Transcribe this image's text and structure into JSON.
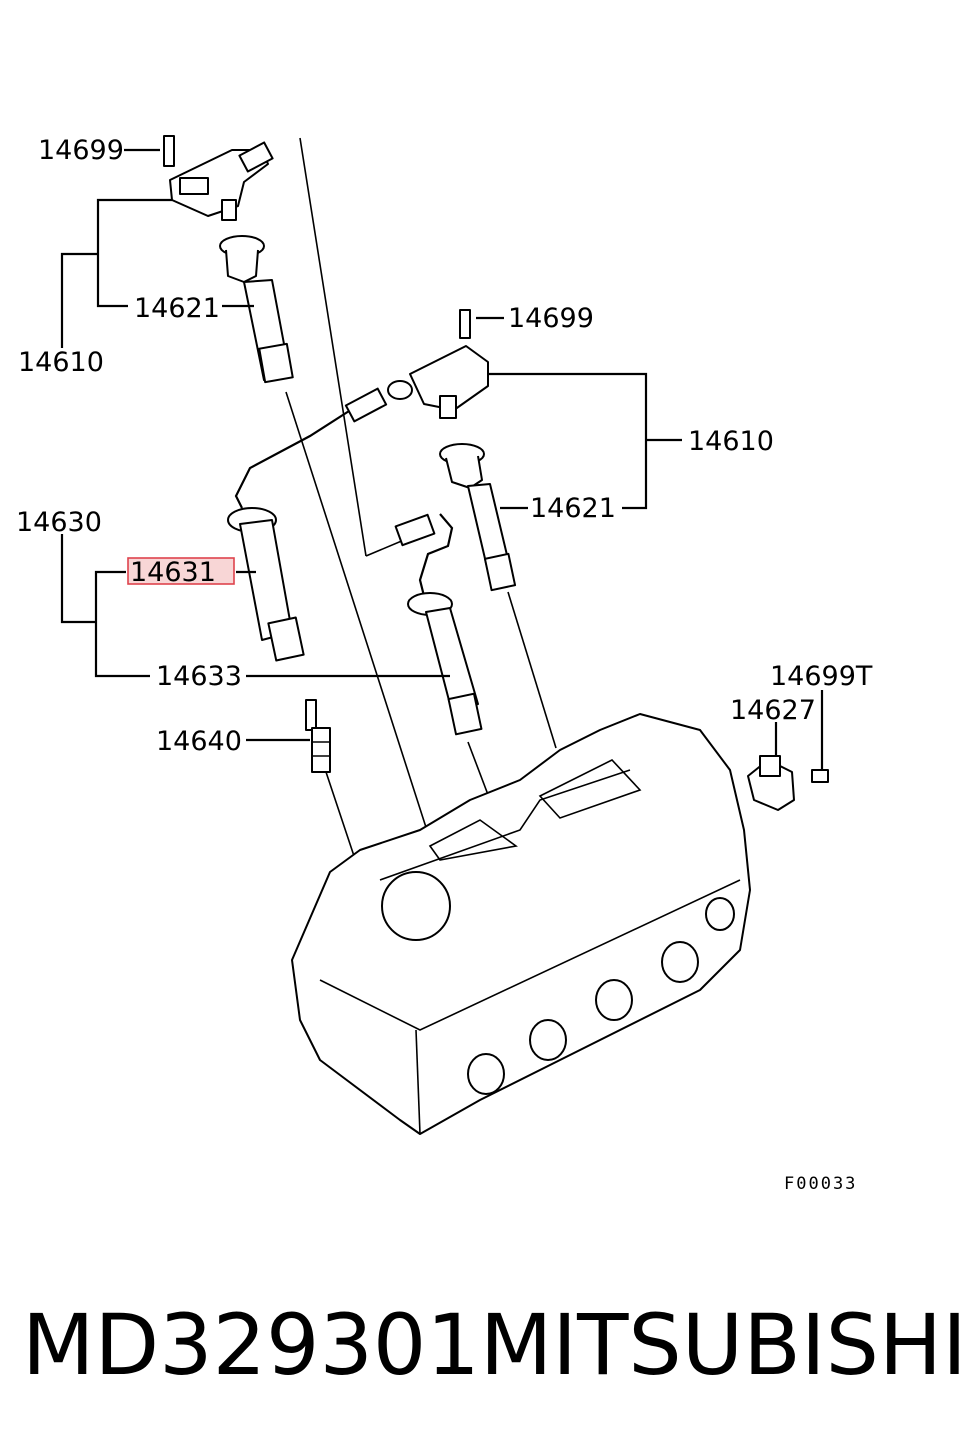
{
  "labels": {
    "bolt_top": "14699",
    "coil_top": "14610",
    "cable_top": "14621",
    "bolt_right": "14699",
    "coil_right": "14610",
    "cable_right": "14621",
    "cable_set": "14630",
    "cable_highlight": "14631",
    "cable_lower": "14633",
    "spark_plug": "14640",
    "bolt_sensor": "14699T",
    "sensor": "14627"
  },
  "reference_code": "F00033",
  "footer": {
    "part_number": "MD329301",
    "brand": "MITSUBISHI"
  },
  "colors": {
    "highlight_fill": "#f7d0d0",
    "highlight_stroke": "#d9232e"
  }
}
